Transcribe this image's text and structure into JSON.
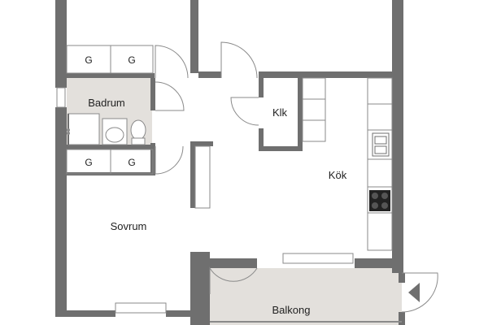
{
  "rooms": {
    "badrum": "Badrum",
    "klk": "Klk",
    "kok": "Kök",
    "sovrum": "Sovrum",
    "balkong": "Balkong"
  },
  "wardrobe_label": "G",
  "colors": {
    "wall": "#6f6f6f",
    "wet_floor": "#e3e0dc",
    "line": "#8a8a8a",
    "appliance": "#222222"
  }
}
